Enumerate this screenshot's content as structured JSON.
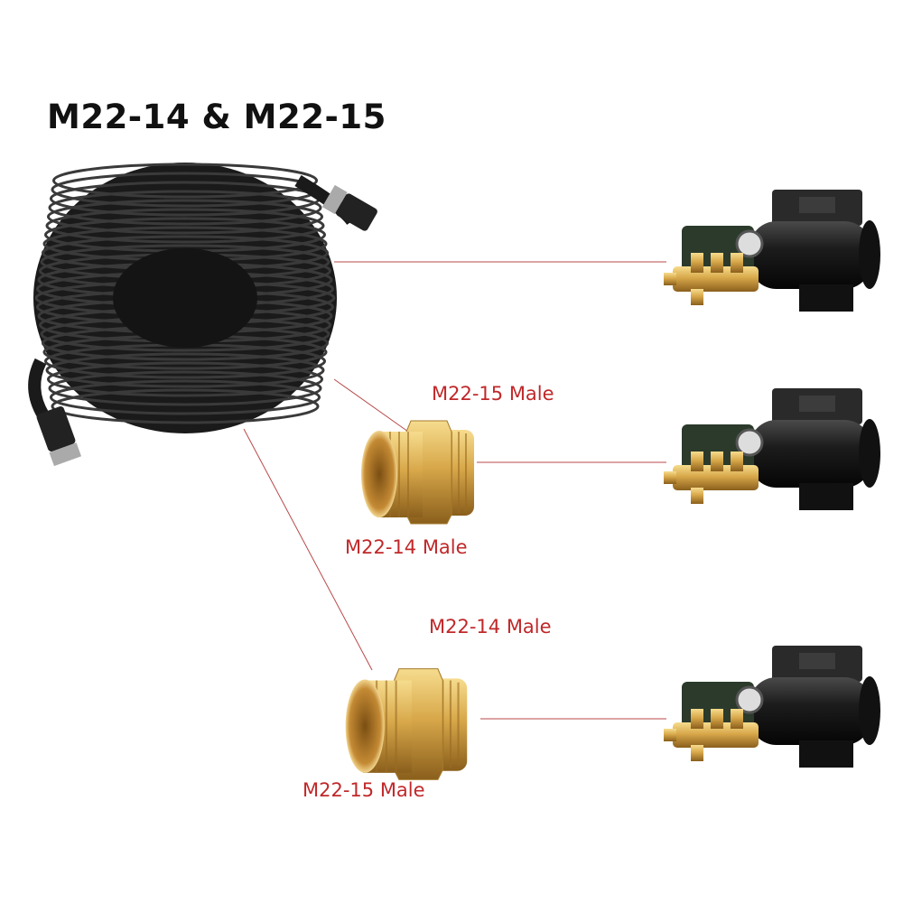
{
  "title": "M22-14 & M22-15",
  "labels": {
    "adapter1_top": "M22-15 Male",
    "adapter1_bottom": "M22-14 Male",
    "adapter2_top": "M22-14 Male",
    "adapter2_bottom": "M22-15 Male"
  },
  "colors": {
    "label": "#c0282a",
    "hose": "#1a1a1a",
    "brass": "#d4a548",
    "connector_line": "#b84a4a"
  }
}
